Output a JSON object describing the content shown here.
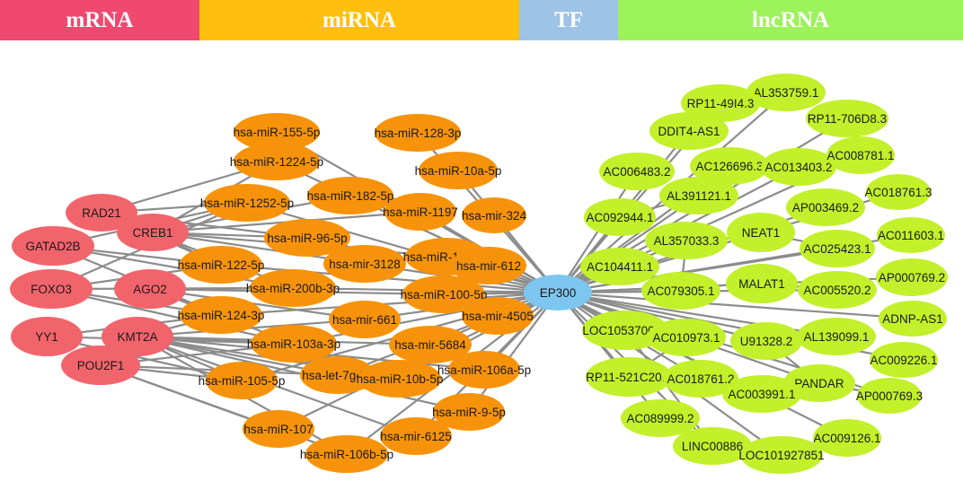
{
  "legend": [
    {
      "key": "mrna",
      "label": "mRNA",
      "color": "#f0496f"
    },
    {
      "key": "mirna",
      "label": "miRNA",
      "color": "#ffbf0d"
    },
    {
      "key": "tf",
      "label": "TF",
      "color": "#9dc3e6"
    },
    {
      "key": "lncrna",
      "label": "lncRNA",
      "color": "#9cf25b"
    }
  ],
  "colors": {
    "mrna_node": "#f2646c",
    "mirna_node": "#f7930a",
    "tf_node": "#7dc6ef",
    "lncrna_node": "#c2f02a",
    "edge": "#8c8c8c"
  },
  "network": {
    "hub": "EP300",
    "mrna": [
      "RAD21",
      "CREB1",
      "GATAD2B",
      "FOXO3",
      "AGO2",
      "YY1",
      "KMT2A",
      "POU2F1"
    ],
    "mirna": [
      "hsa-miR-155-5p",
      "hsa-miR-128-3p",
      "hsa-miR-1224-5p",
      "hsa-miR-10a-5p",
      "hsa-miR-1252-5p",
      "hsa-miR-182-5p",
      "hsa-miR-1197",
      "hsa-mir-324",
      "hsa-miR-96-5p",
      "hsa-miR-122-5p",
      "hsa-mir-3128",
      "hsa-miR-101-3p",
      "hsa-mir-612",
      "hsa-miR-200b-3p",
      "hsa-miR-100-5p",
      "hsa-miR-124-3p",
      "hsa-mir-661",
      "hsa-mir-4505",
      "hsa-miR-103a-3p",
      "hsa-mir-5684",
      "hsa-miR-105-5p",
      "hsa-let-7g-5p",
      "hsa-miR-10b-5p",
      "hsa-miR-106a-5p",
      "hsa-miR-9-5p",
      "hsa-miR-107",
      "hsa-mir-6125",
      "hsa-miR-106b-5p"
    ],
    "lncrna": [
      "AL353759.1",
      "RP11-49I4.3",
      "RP11-706D8.3",
      "DDIT4-AS1",
      "AC006483.2",
      "AC126696.3",
      "AC013403.2",
      "AC008781.1",
      "AL391121.1",
      "AC018761.3",
      "AC092944.1",
      "AP003469.2",
      "NEAT1",
      "AL357033.3",
      "AC011603.1",
      "AC025423.1",
      "AC104411.1",
      "MALAT1",
      "AP000769.2",
      "AC079305.1",
      "AC005520.2",
      "ADNP-AS1",
      "LOC105370027",
      "AC010973.1",
      "U91328.2",
      "AL139099.1",
      "AC009226.1",
      "RP11-521C20.2",
      "AC018761.2",
      "PANDAR",
      "AC003991.1",
      "AP000769.3",
      "AC089999.2",
      "LINC00886",
      "LOC101927851",
      "AC009126.1"
    ]
  }
}
